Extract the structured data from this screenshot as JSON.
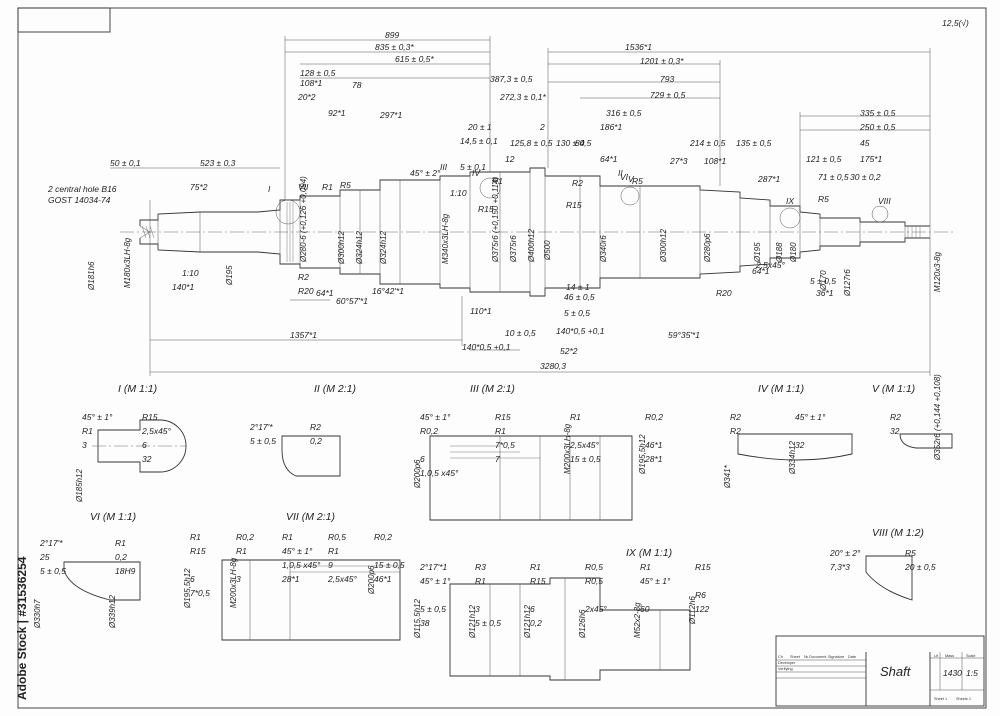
{
  "watermark": "Adobe Stock | #31536254",
  "roughness": "12,5(√)",
  "main_view": {
    "dims_top": [
      "899",
      "835 ± 0,3*",
      "615 ± 0,5*",
      "128 ± 0,5",
      "108*1",
      "78",
      "20*2",
      "92*1",
      "297*1",
      "387,3 ± 0,5",
      "272,3 ± 0,1*",
      "20 ± 1",
      "2",
      "1536*1",
      "1201 ± 0,3*",
      "793",
      "729 ± 0,5",
      "316 ± 0,5",
      "186*1",
      "335 ± 0,5",
      "250 ± 0,5",
      "45",
      "175*1",
      "50 ± 0,1",
      "523 ± 0,3",
      "75*2",
      "125,8 ± 0,5",
      "130 ± 0,5",
      "84",
      "64*1",
      "214 ± 0,5",
      "135 ± 0,5",
      "27*3",
      "108*1",
      "121 ± 0,5",
      "71 ± 0,5",
      "30 ± 0,2",
      "287*1",
      "45° ± 2°",
      "14,5 ± 0,1",
      "5 ± 0,1",
      "12"
    ],
    "dims_bottom": [
      "1357*1",
      "3280,3",
      "140*1",
      "64*1",
      "60°57'*1",
      "16°42'*1",
      "110*1",
      "140*0,5 +0,1",
      "10 ± 0,5",
      "5 ± 0,5",
      "14 ± 1",
      "46 ± 0,5",
      "140*0,5 +0,1",
      "52*2",
      "59°35'*1",
      "64*1",
      "2,5x45°",
      "5 ± 0,5",
      "36*1",
      "1:10",
      "1:10"
    ],
    "diameters": [
      "M180x3LH-8g",
      "Ø181h6",
      "Ø195",
      "Ø280-6 (+0,126 +0,094)",
      "Ø300h12",
      "Ø324h12",
      "Ø324h12",
      "M340x3LH-8g",
      "Ø375r6 (+0,150 +0,114)",
      "Ø375r6",
      "Ø400h12",
      "Ø500",
      "Ø340r6",
      "Ø300h12",
      "Ø280p6",
      "Ø195",
      "Ø188",
      "Ø180",
      "Ø170",
      "Ø127r6",
      "M120x3-8g"
    ],
    "radii": [
      "R1",
      "R5",
      "R15",
      "R2",
      "R20",
      "R15",
      "R1",
      "R2",
      "R5",
      "R20",
      "R5"
    ],
    "callouts": [
      "I",
      "II",
      "III",
      "IV",
      "V",
      "VI",
      "VII",
      "VIII",
      "IX"
    ],
    "note": [
      "2 central hole B16",
      "GOST 14034-74"
    ]
  },
  "details": [
    {
      "title": "I (M 1:1)",
      "labels": [
        "45° ± 1°",
        "R15",
        "R1",
        "2,5x45°",
        "3",
        "6",
        "Ø185h12",
        "32"
      ]
    },
    {
      "title": "II (M 2:1)",
      "labels": [
        "2°17'*",
        "R2",
        "5 ± 0,5",
        "0,2"
      ]
    },
    {
      "title": "III (M 2:1)",
      "labels": [
        "45° ± 1°",
        "R15",
        "R1",
        "R0,2",
        "R0,2",
        "R1",
        "M200x3LH-8g",
        "Ø195,5h12",
        "Ø200p6",
        "7*0,5",
        "2,5x45°",
        "46*1",
        "6",
        "7",
        "15 ± 0,5",
        "28*1",
        "1,0,5 x45°"
      ]
    },
    {
      "title": "IV (M 1:1)",
      "labels": [
        "R2",
        "45° ± 1°",
        "R2",
        "Ø334h12",
        "Ø341*",
        "32"
      ]
    },
    {
      "title": "V (M 1:1)",
      "labels": [
        "R2",
        "Ø352r6 (+0,144 +0,108)",
        "32"
      ]
    },
    {
      "title": "VI (M 1:1)",
      "labels": [
        "2°17'*",
        "R1",
        "25",
        "0,2",
        "5 ± 0,5",
        "18H9",
        "Ø330h7",
        "Ø339h12"
      ]
    },
    {
      "title": "VII (M 2:1)",
      "labels": [
        "R1",
        "R0,2",
        "R1",
        "R0,5",
        "R0,2",
        "R15",
        "R1",
        "45° ± 1°",
        "R1",
        "Ø200p6",
        "Ø195,5h12",
        "M200x3LH-8g",
        "1,0,5 x45°",
        "9",
        "15 ± 0,5",
        "6",
        "3",
        "28*1",
        "2,5x45°",
        "46*1",
        "7*0,5"
      ]
    },
    {
      "title": "VIII (M 1:2)",
      "labels": [
        "20° ± 2°",
        "R5",
        "7,3*3",
        "20 ± 0,5"
      ]
    },
    {
      "title": "IX (M 1:1)",
      "labels": [
        "2°17'*1",
        "R3",
        "R1",
        "R0,5",
        "R1",
        "R15",
        "45° ± 1°",
        "R1",
        "R15",
        "R0,5",
        "45° ± 1°",
        "Ø112h6",
        "Ø115,5h12",
        "Ø121h12",
        "Ø121h12",
        "Ø126h6",
        "M52x2-8g",
        "R6",
        "5 ± 0,5",
        "3",
        "6",
        "2x45°",
        "60",
        "122",
        "38",
        "5 ± 0,5",
        "0,2"
      ]
    }
  ],
  "title_block": {
    "name": "Shaft",
    "mass": "1430",
    "scale": "1:5",
    "headers": [
      "Lit",
      "Mass",
      "Scale"
    ],
    "sheet": "Sheet 1",
    "sheets": "Sheets 1",
    "rows": [
      "Ch",
      "Sheet",
      "№ Document",
      "Signature",
      "Date",
      "Developer",
      "Verifying"
    ]
  }
}
